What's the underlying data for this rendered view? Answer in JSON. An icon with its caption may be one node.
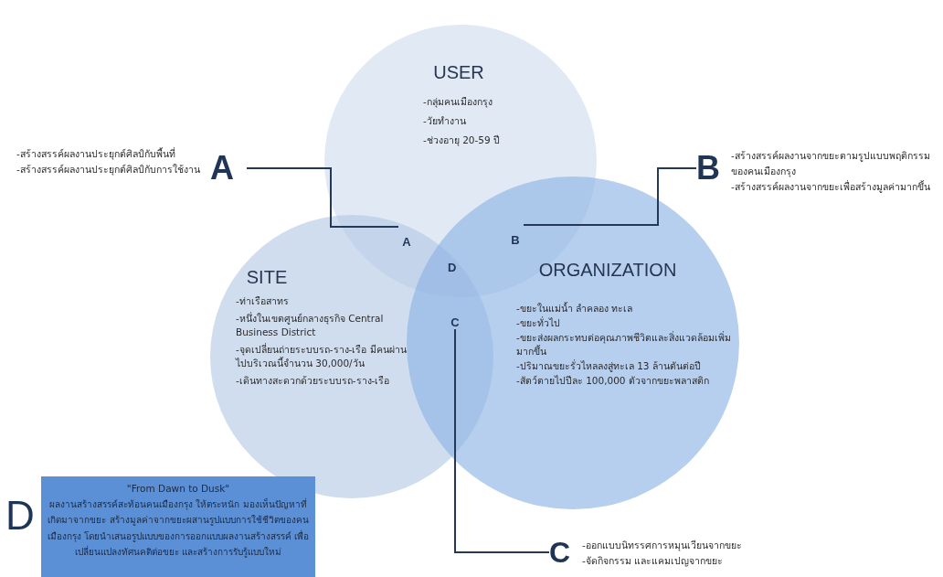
{
  "diagram": {
    "nodes": [
      {
        "text": [
          "USER",
          "-กลุ่มคนเมืองกรุง",
          "-วัยทำงาน",
          "-ช่วงอายุ 20-59 ปี"
        ]
      },
      {
        "text": [
          "A"
        ],
        "beside": [
          "-สร้างสรรค์ผลงานประยุกต์ศิลป์กับพื้นที่",
          "-สร้างสรรค์ผลงานประยุกต์ศิลป์กับการใช้งาน"
        ]
      },
      {
        "text": [
          "B"
        ],
        "beside": [
          "-สร้างสรรค์ผลงานจากขยะตามรูปแบบพฤติกรรมของคนเมืองกรุง",
          "-สร้างสรรค์ผลงานจากขยะเพื่อสร้างมูลค่ามากขึ้น"
        ]
      },
      {
        "text": [
          "A"
        ]
      },
      {
        "text": [
          "B"
        ]
      },
      {
        "text": [
          "SITE",
          "-ท่าเรือสาทร",
          "-หนึ่งในเขตศูนย์กลางธุรกิจ Central Business District",
          "-จุดเปลี่ยนถ่ายระบบรถ-ราง-เรือ มีคนผ่านไปบริเวณนี้จำนวน 30,000/วัน",
          "-เดินทางสะดวกด้วยระบบรถ-ราง-เรือ"
        ]
      },
      {
        "text": [
          "ORGANIZATION",
          "-ขยะในแม่น้ำ ลำคลอง ทะเล",
          "-ขยะทั่วไป",
          "-ขยะส่งผลกระทบต่อคุณภาพชีวิตและสิ่งแวดล้อมเพิ่มมากขึ้น",
          "-ปริมาณขยะรั่วไหลลงสู่ทะเล 13 ล้านตันต่อปี",
          "-สัตว์ตายไปปีละ 100,000 ตัวจากขยะพลาสติก"
        ]
      },
      {
        "text": [
          "C"
        ]
      },
      {
        "text": [
          "\"From Dawn to Dusk\"",
          "ผลงานสร้างสรรค์สะท้อนคนเมืองกรุง ให้ตระหนัก มองเห็นปัญหาที่เกิดมาจากขยะ สร้างมูลค่าจากขยะผสานรูปแบบการใช้ชีวิตของคนเมืองกรุง โดยนำเสนอรูปแบบของการออกแบบผลงานสร้างสรรค์ เพื่อเปลี่ยนแปลงทัศนคติต่อขยะ และสร้างการรับรู้แบบใหม่"
        ],
        "beside": [
          "D"
        ]
      },
      {
        "text": [
          "C"
        ],
        "beside": [
          "-ออกแบบนิทรรศการหมุนเวียนจากขยะ",
          "-จัดกิจกรรม และแคมเปญจากขยะ"
        ]
      }
    ],
    "edges": [
      {
        "from": 1,
        "to": 3,
        "arrow": "none"
      },
      {
        "from": 2,
        "to": 4,
        "arrow": "none"
      },
      {
        "from": 7,
        "to": 9,
        "arrow": "none"
      }
    ],
    "labels": [
      "D"
    ]
  }
}
